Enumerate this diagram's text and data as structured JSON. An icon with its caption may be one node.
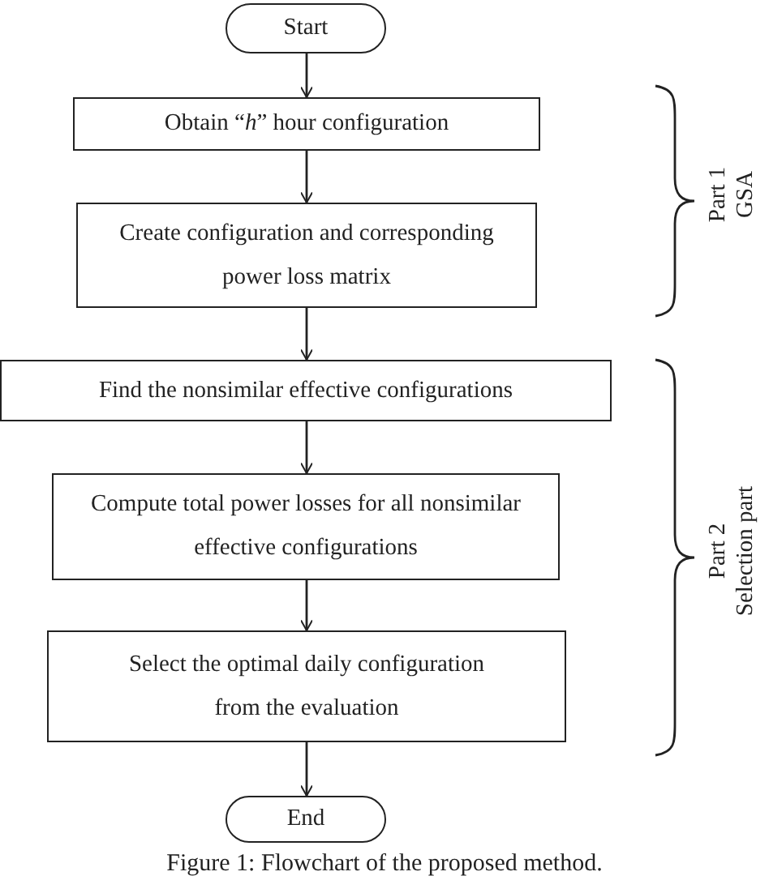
{
  "diagram": {
    "caption": "Figure 1: Flowchart of the proposed method.",
    "nodes": [
      {
        "text": [
          "Start"
        ]
      },
      {
        "text": [
          "Obtain “*h*” hour configuration"
        ]
      },
      {
        "text": [
          "Create configuration and corresponding power loss matrix"
        ]
      },
      {
        "text": [
          "Find the nonsimilar effective configurations"
        ]
      },
      {
        "text": [
          "Compute total power losses for all nonsimilar effective configurations"
        ]
      },
      {
        "text": [
          "Select the optimal daily configuration from the evaluation"
        ]
      },
      {
        "text": [
          "End"
        ]
      }
    ],
    "edges": [
      {
        "from": 0,
        "to": 1,
        "arrow": "to"
      },
      {
        "from": 1,
        "to": 2,
        "arrow": "to"
      },
      {
        "from": 2,
        "to": 3,
        "arrow": "to"
      },
      {
        "from": 3,
        "to": 4,
        "arrow": "to"
      },
      {
        "from": 4,
        "to": 5,
        "arrow": "to"
      },
      {
        "from": 5,
        "to": 6,
        "arrow": "to"
      }
    ],
    "labels": [
      "Part 1",
      "GSA",
      "Part 2",
      "Selection part"
    ]
  }
}
